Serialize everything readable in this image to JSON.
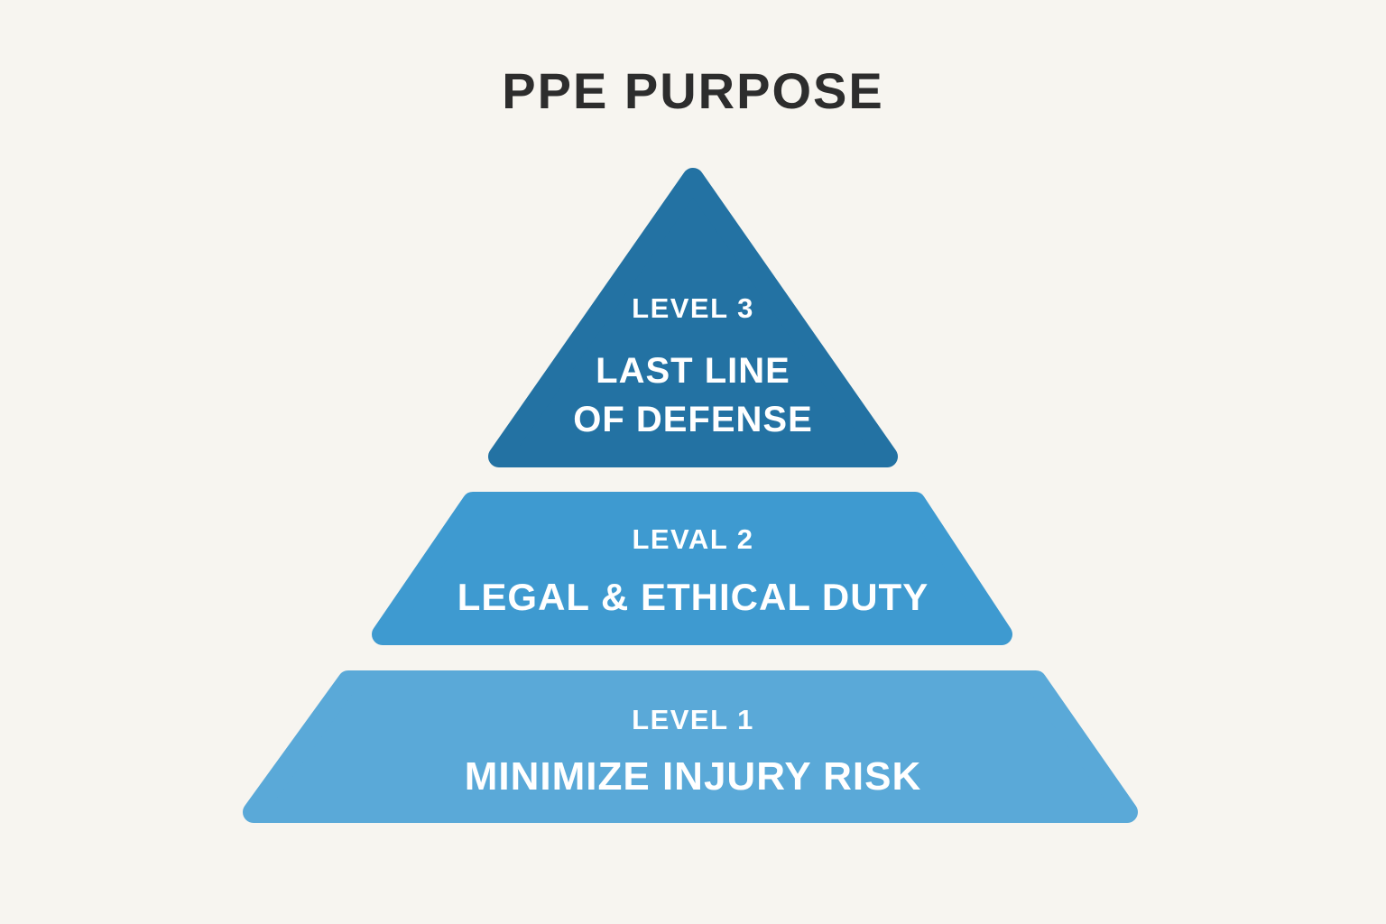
{
  "title": "PPE PURPOSE",
  "colors": {
    "background": "#f7f5f0",
    "title_text": "#2d2d2d",
    "level_text": "#ffffff"
  },
  "pyramid": {
    "levels": [
      {
        "tag": "LEVEL 3",
        "line1": "LAST LINE",
        "line2": "OF DEFENSE",
        "color": "#2372a3"
      },
      {
        "tag": "LEVAL 2",
        "line1": "LEGAL & ETHICAL DUTY",
        "color": "#3e9ad0"
      },
      {
        "tag": "LEVEL 1",
        "line1": "MINIMIZE INJURY RISK",
        "color": "#5aa9d8"
      }
    ]
  }
}
